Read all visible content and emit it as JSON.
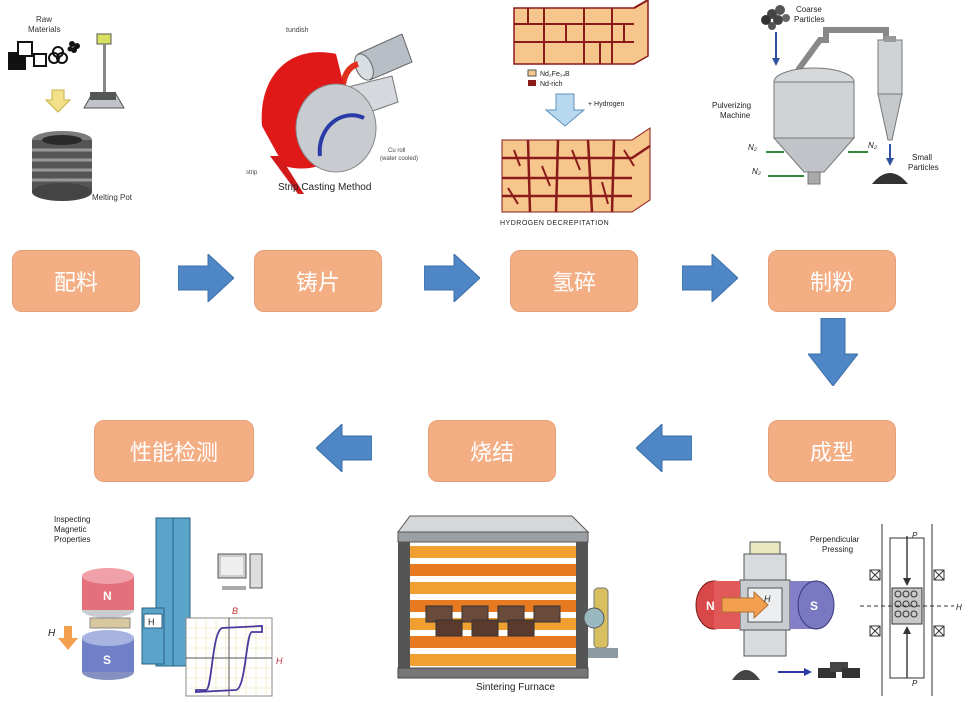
{
  "steps": [
    {
      "label": "配料"
    },
    {
      "label": "铸片"
    },
    {
      "label": "氢碎"
    },
    {
      "label": "制粉"
    },
    {
      "label": "成型"
    },
    {
      "label": "烧结"
    },
    {
      "label": "性能检测"
    }
  ],
  "images": {
    "raw": {
      "raw_materials": "Raw\nMaterials",
      "raw_line1": "Raw",
      "raw_line2": "Materials",
      "melting_pot": "Melting Pot"
    },
    "strip": {
      "tundish": "tundish",
      "cu_roll": "Cu roll",
      "water_cooled": "(water cooled)",
      "strip": "strip",
      "caption": "Strip Casting Method"
    },
    "hydrogen": {
      "legend_1": "Nd₂Fe₁₄B",
      "legend_2": "Nd-rich",
      "arrow_label": "+ Hydrogen",
      "caption": "HYDROGEN DECREPITATION"
    },
    "mill": {
      "coarse_1": "Coarse",
      "coarse_2": "Particles",
      "pulv_1": "Pulverizing",
      "pulv_2": "Machine",
      "n2_a": "N₂",
      "n2_b": "N₂",
      "n2_c": "N₂",
      "small_1": "Small",
      "small_2": "Particles"
    },
    "pressing": {
      "perp_1": "Perpendicular",
      "perp_2": "Pressing",
      "n": "N",
      "s": "S",
      "h": "H",
      "p_top": "P",
      "p_bottom": "P",
      "h_right": "H"
    },
    "sinter": {
      "caption": "Sintering Furnace"
    },
    "inspect": {
      "line1": "Inspecting",
      "line2": "Magnetic",
      "line3": "Properties",
      "n": "N",
      "s": "S",
      "h": "H",
      "b_axis": "B",
      "h_axis": "H",
      "box_h": "H"
    }
  },
  "colors": {
    "step_fill": "#f4ae84",
    "arrow_fill": "#4f86c6"
  }
}
